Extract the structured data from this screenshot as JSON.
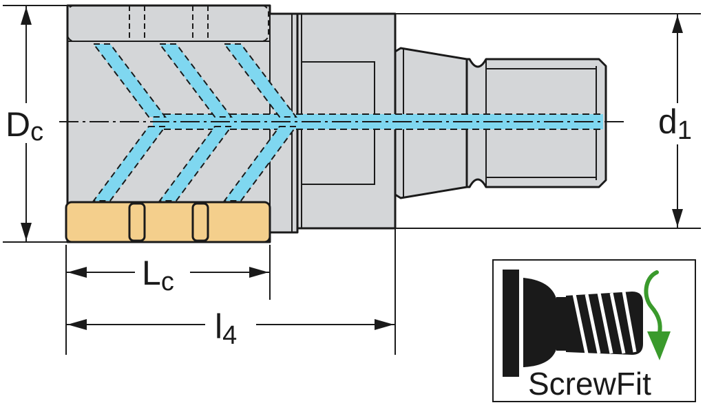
{
  "dimensions": {
    "dc": {
      "main": "D",
      "sub": "c"
    },
    "d1": {
      "main": "d",
      "sub": "1"
    },
    "lc": {
      "main": "L",
      "sub": "c"
    },
    "l4": {
      "main": "l",
      "sub": "4"
    }
  },
  "badge": {
    "text": "ScrewFit",
    "arrow_color": "#3a9a2c"
  },
  "colors": {
    "body": "#d4d6d8",
    "coolant": "#7fd7f0",
    "insert": "#f4cf8c",
    "outline": "#1a1a1a"
  }
}
